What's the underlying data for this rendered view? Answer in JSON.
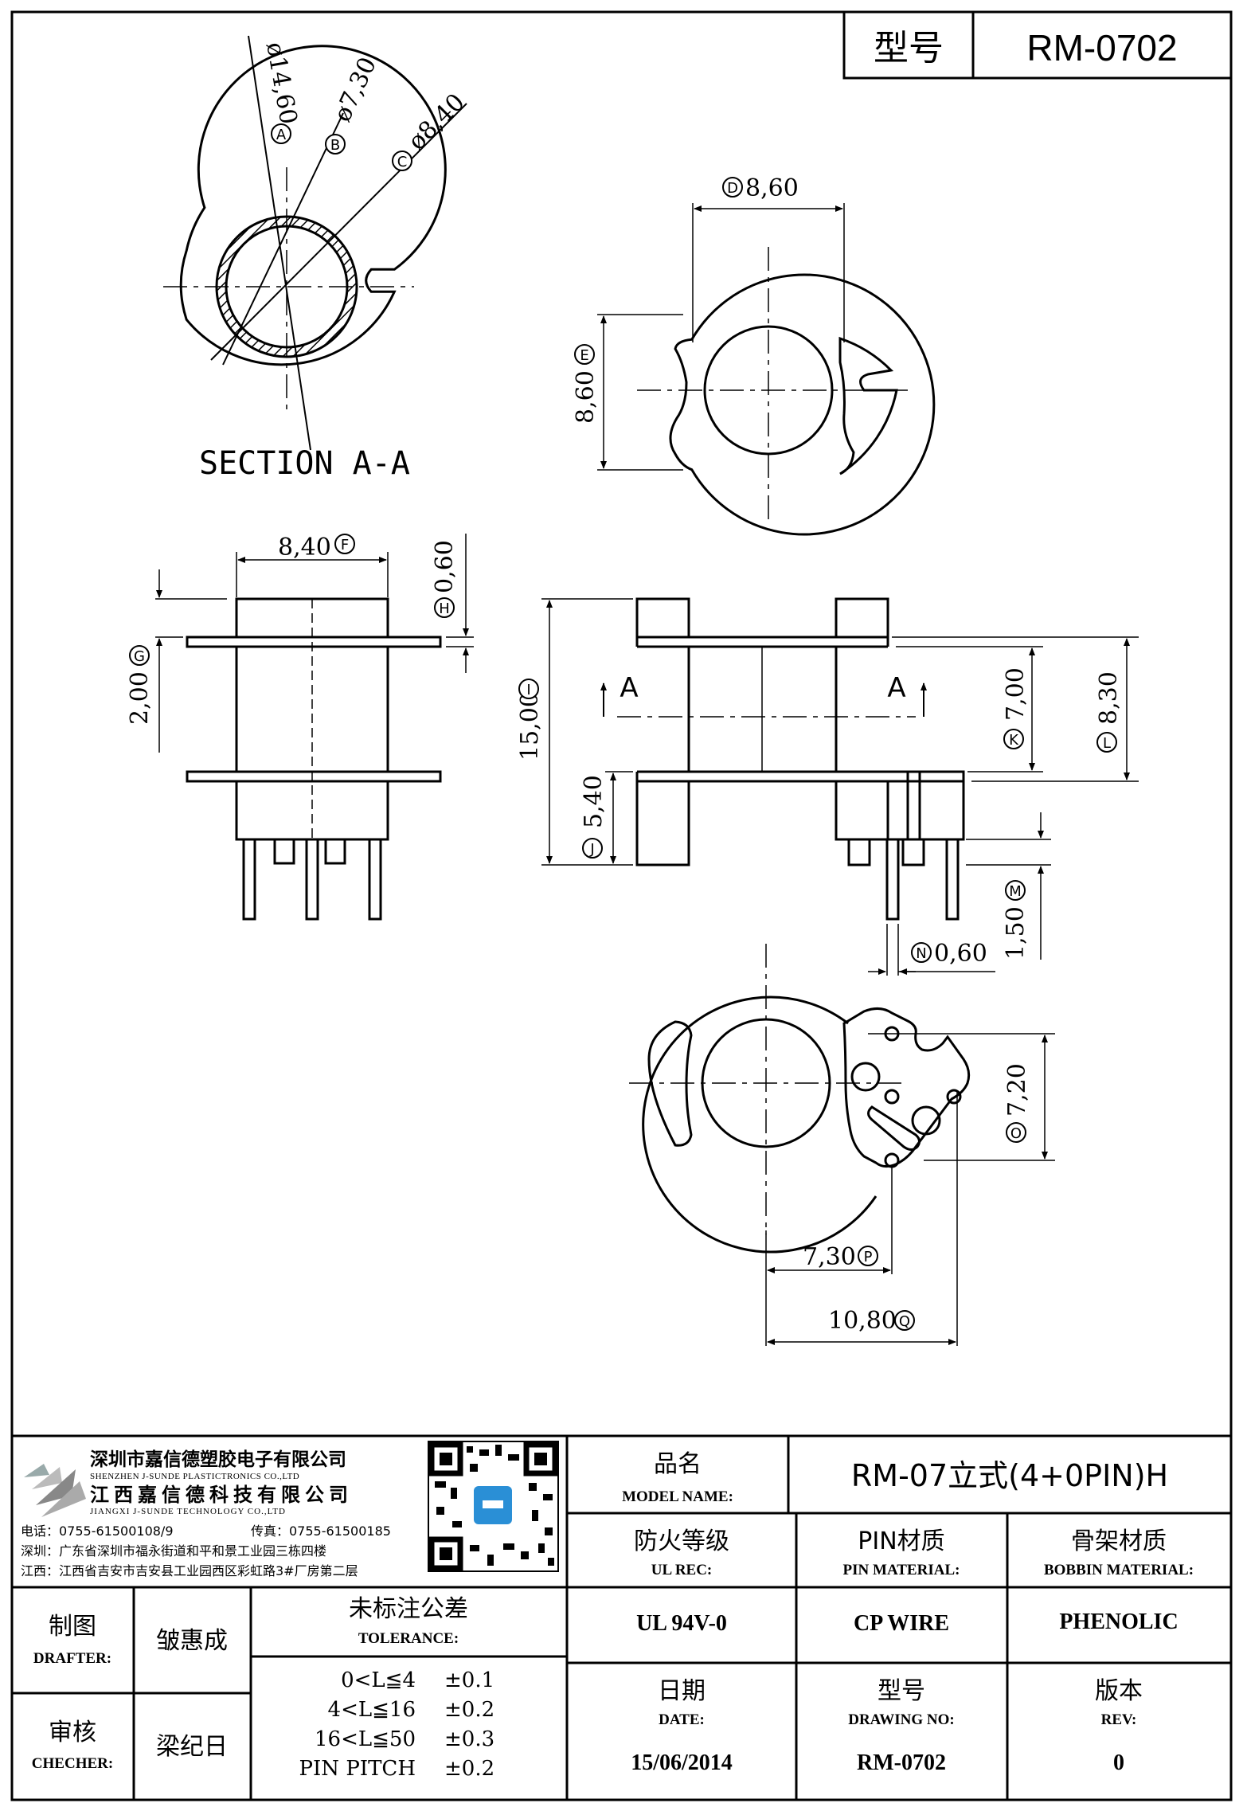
{
  "header": {
    "model_label": "型号",
    "model_value": "RM-0702"
  },
  "section_label": "SECTION A-A",
  "section_marks": [
    "A",
    "A"
  ],
  "dimensions": {
    "A": {
      "letter": "A",
      "text": "ø14,60"
    },
    "B": {
      "letter": "B",
      "text": "ø7,30"
    },
    "C": {
      "letter": "C",
      "text": "ø8,40"
    },
    "D": {
      "letter": "D",
      "text": "8,60"
    },
    "E": {
      "letter": "E",
      "text": "8,60"
    },
    "F": {
      "letter": "F",
      "text": "8,40"
    },
    "G": {
      "letter": "G",
      "text": "2,00"
    },
    "H": {
      "letter": "H",
      "text": "0,60"
    },
    "I": {
      "letter": "I",
      "text": "15,00"
    },
    "J": {
      "letter": "J",
      "text": "5,40"
    },
    "K": {
      "letter": "K",
      "text": "7,00"
    },
    "L": {
      "letter": "L",
      "text": "8,30"
    },
    "M": {
      "letter": "M",
      "text": "1,50"
    },
    "N": {
      "letter": "N",
      "text": "0,60"
    },
    "O": {
      "letter": "O",
      "text": "7,20"
    },
    "P": {
      "letter": "P",
      "text": "7,30"
    },
    "Q": {
      "letter": "Q",
      "text": "10,80"
    }
  },
  "company": {
    "name_cn_1": "深圳市嘉信德塑胶电子有限公司",
    "name_en_1": "SHENZHEN J-SUNDE PLASTICTRONICS CO.,LTD",
    "name_cn_2": "江西嘉信德科技有限公司",
    "name_en_2": "JIANGXI J-SUNDE TECHNOLOGY CO.,LTD",
    "tel": "电话：0755-61500108/9",
    "fax": "传真：0755-61500185",
    "addr_sz": "深圳：广东省深圳市福永街道和平和景工业园三栋四楼",
    "addr_jx": "江西：江西省吉安市吉安县工业园西区彩虹路3#厂房第二层"
  },
  "titleblock": {
    "model_name_cn": "品名",
    "model_name_en": "MODEL NAME:",
    "model_name_value": "RM-07立式(4+0PIN)H",
    "ul_cn": "防火等级",
    "ul_en": "UL REC:",
    "ul_value": "UL 94V-0",
    "pin_cn": "PIN材质",
    "pin_en": "PIN MATERIAL:",
    "pin_value": "CP WIRE",
    "bobbin_cn": "骨架材质",
    "bobbin_en": "BOBBIN MATERIAL:",
    "bobbin_value": "PHENOLIC",
    "drafter_cn": "制图",
    "drafter_en": "DRAFTER:",
    "drafter_value": "皱惠成",
    "checker_cn": "审核",
    "checker_en": "CHECHER:",
    "checker_value": "梁纪日",
    "tol_cn": "未标注公差",
    "tol_en": "TOLERANCE:",
    "tolerances": [
      {
        "range": "0<L≦4",
        "value": "±0.1"
      },
      {
        "range": "4<L≦16",
        "value": "±0.2"
      },
      {
        "range": "16<L≦50",
        "value": "±0.3"
      },
      {
        "range": "PIN PITCH",
        "value": "±0.2"
      }
    ],
    "date_cn": "日期",
    "date_en": "DATE:",
    "date_value": "15/06/2014",
    "dwg_cn": "型号",
    "dwg_en": "DRAWING NO:",
    "dwg_value": "RM-0702",
    "rev_cn": "版本",
    "rev_en": "REV:",
    "rev_value": "0"
  }
}
